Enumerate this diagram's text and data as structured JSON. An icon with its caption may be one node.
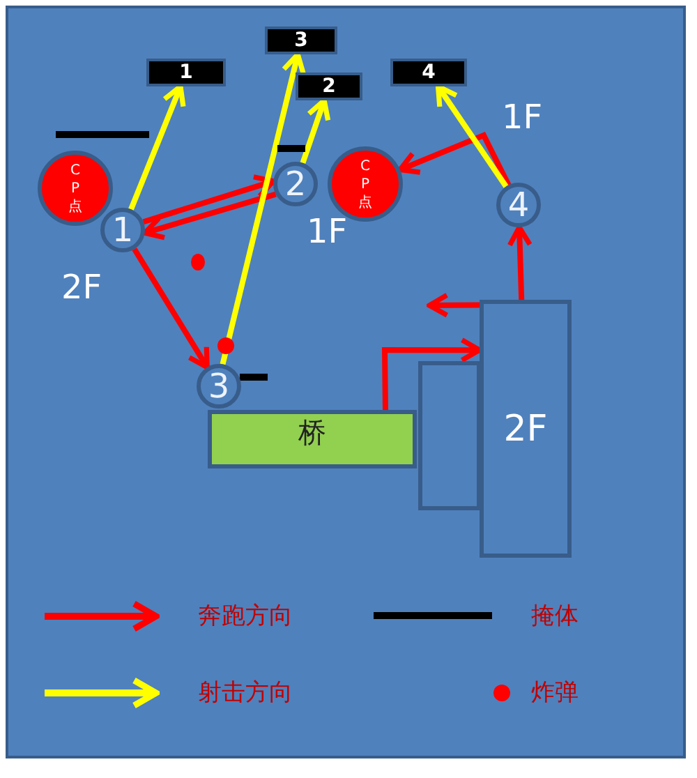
{
  "diagram": {
    "nodes": [
      {
        "text": [
          "1"
        ]
      },
      {
        "text": [
          "3"
        ]
      },
      {
        "text": [
          "2"
        ]
      },
      {
        "text": [
          "4"
        ]
      },
      {
        "text": [
          "CP点"
        ]
      },
      {
        "text": [
          "1"
        ],
        "beside": [
          "2F"
        ]
      },
      {
        "text": [
          "2"
        ],
        "beside": [
          "1F"
        ]
      },
      {
        "text": [
          "CP点"
        ]
      },
      {
        "text": [
          "4"
        ],
        "beside": [
          "1F"
        ]
      },
      {
        "text": [
          "3"
        ]
      },
      {
        "text": [
          "桥"
        ]
      },
      {
        "text": [],
        "shape": "box"
      },
      {
        "text": [
          "2F"
        ]
      }
    ],
    "edges": [
      {
        "from": 5,
        "to": 6,
        "arrow": "to"
      },
      {
        "from": 6,
        "to": 5,
        "arrow": "to"
      },
      {
        "from": 5,
        "to": 9,
        "arrow": "to"
      },
      {
        "from": 10,
        "to": 12,
        "arrow": "to"
      },
      {
        "from": 12,
        "to": null,
        "arrow": "to"
      },
      {
        "from": 12,
        "to": 8,
        "arrow": "to"
      },
      {
        "from": 8,
        "to": 7,
        "arrow": "to"
      },
      {
        "from": 5,
        "to": 0,
        "arrow": "to",
        "color": "#ffff00"
      },
      {
        "from": 9,
        "to": 1,
        "arrow": "to",
        "color": "#ffff00"
      },
      {
        "from": 6,
        "to": 2,
        "arrow": "to",
        "color": "#ffff00"
      },
      {
        "from": 8,
        "to": 3,
        "arrow": "to",
        "color": "#ffff00"
      }
    ],
    "legend": [
      {
        "text": "奔跑方向"
      },
      {
        "text": "掩体"
      },
      {
        "text": "射击方向"
      },
      {
        "text": "炸弹"
      }
    ]
  }
}
